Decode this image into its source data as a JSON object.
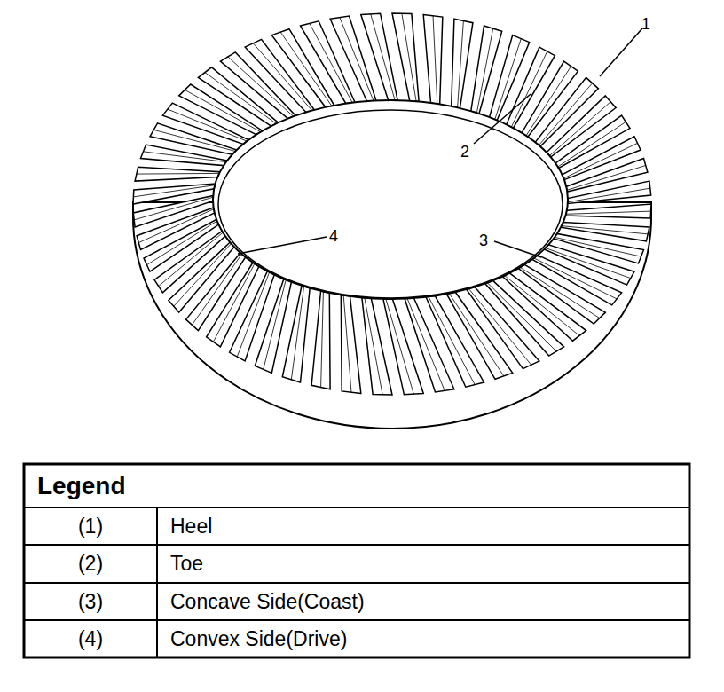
{
  "diagram": {
    "labels": [
      "1",
      "2",
      "3",
      "4",
      "Legend",
      "(1)",
      "Heel",
      "(2)",
      "Toe",
      "(3)",
      "Concave Side(Coast)",
      "(4)",
      "Convex Side(Drive)"
    ]
  }
}
